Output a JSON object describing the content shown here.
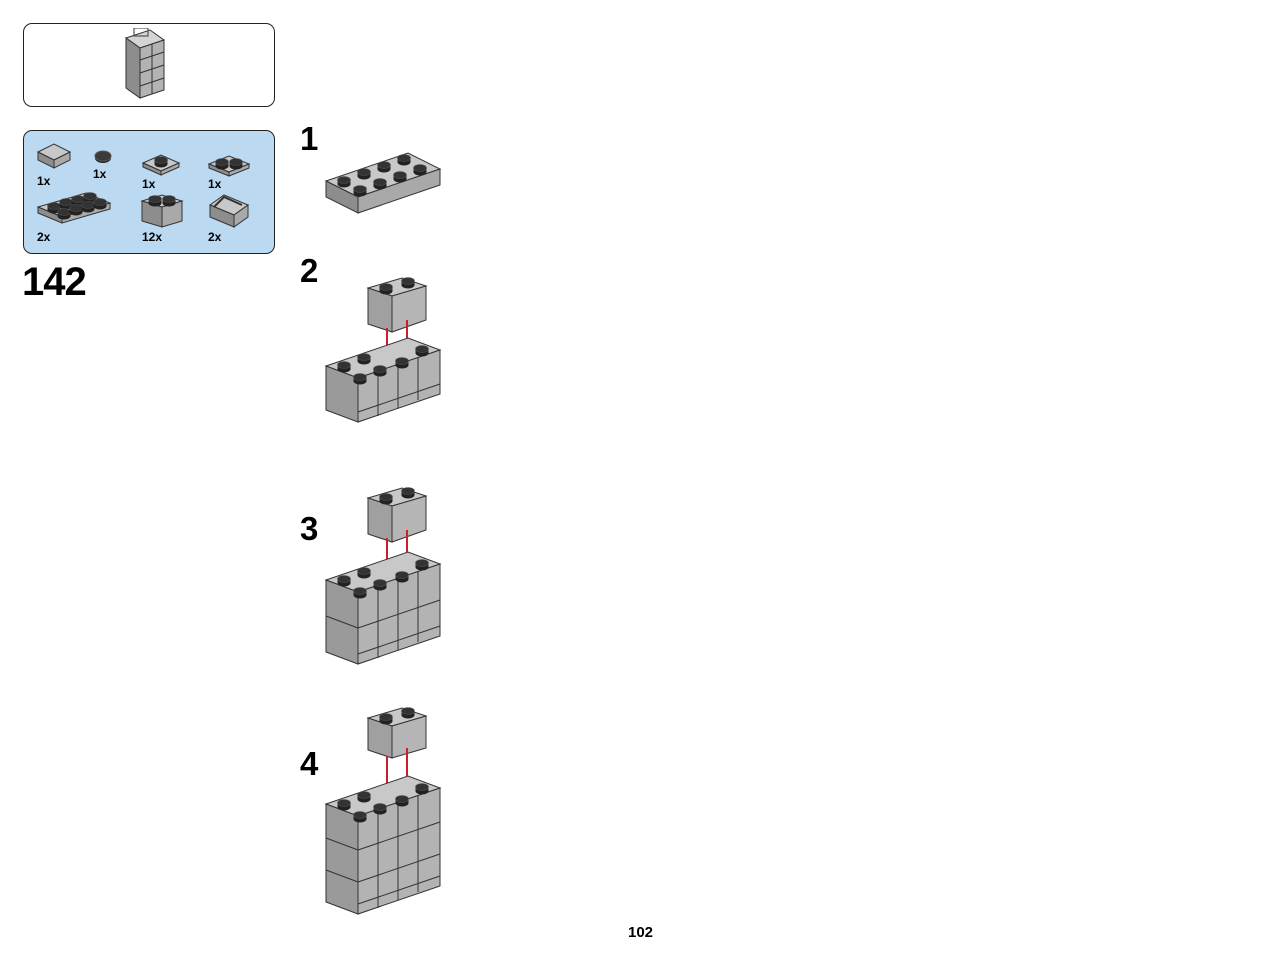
{
  "sequence_number": "142",
  "page_number": "102",
  "parts": [
    {
      "qty": "1x",
      "icon": "slope-brick-icon"
    },
    {
      "qty": "1x",
      "icon": "round-tile-icon"
    },
    {
      "qty": "1x",
      "icon": "jumper-plate-icon"
    },
    {
      "qty": "1x",
      "icon": "plate-1x2-icon"
    },
    {
      "qty": "2x",
      "icon": "plate-2x4-icon"
    },
    {
      "qty": "12x",
      "icon": "brick-1x2-icon"
    },
    {
      "qty": "2x",
      "icon": "handle-brick-icon"
    }
  ],
  "steps": [
    {
      "number": "1",
      "icon": "plate-2x4-icon"
    },
    {
      "number": "2",
      "icon": "brick-stack-icon"
    },
    {
      "number": "3",
      "icon": "brick-stack-icon"
    },
    {
      "number": "4",
      "icon": "brick-stack-icon"
    }
  ],
  "colors": {
    "parts_panel": "#bcd9f2",
    "arrow": "#c8202f",
    "brick": "#a9a9a9"
  }
}
